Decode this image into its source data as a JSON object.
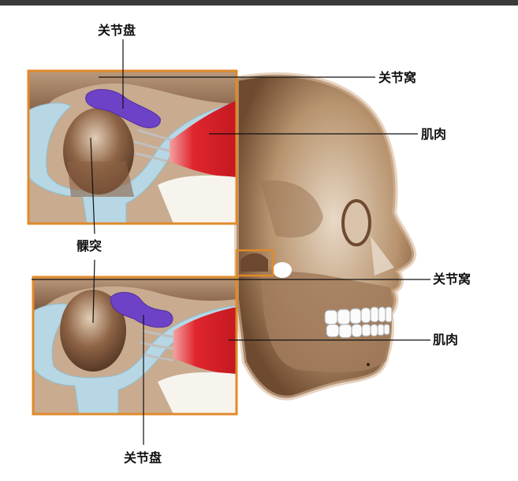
{
  "labels": {
    "top_disc": "关节盘",
    "top_fossa": "关节窝",
    "top_muscle": "肌肉",
    "condyle": "髁突",
    "bottom_fossa": "关节窝",
    "bottom_muscle": "肌肉",
    "bottom_disc": "关节盘"
  },
  "colors": {
    "frame": "#e08a2a",
    "bone": "#b9977a",
    "bone_dark": "#7a5236",
    "disc": "#6a3fc0",
    "muscle": "#e02a30",
    "ligament": "#a9cfe0",
    "topbar": "#3a3a3a"
  }
}
